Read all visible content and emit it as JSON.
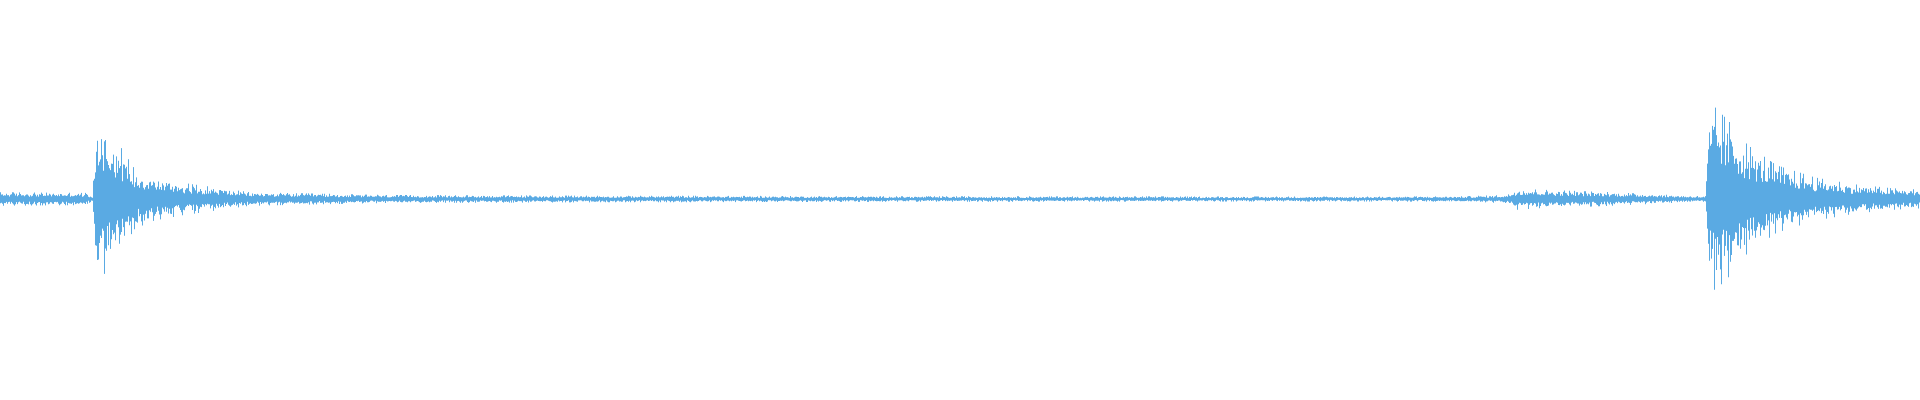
{
  "waveform": {
    "color": "#5aaae3",
    "background": "#ffffff",
    "envelope": [
      [
        0.0,
        0.05
      ],
      [
        0.045,
        0.045
      ],
      [
        0.048,
        0.02
      ],
      [
        0.05,
        0.55
      ],
      [
        0.052,
        0.62
      ],
      [
        0.056,
        0.5
      ],
      [
        0.062,
        0.4
      ],
      [
        0.07,
        0.22
      ],
      [
        0.08,
        0.16
      ],
      [
        0.095,
        0.12
      ],
      [
        0.11,
        0.09
      ],
      [
        0.13,
        0.05
      ],
      [
        0.2,
        0.03
      ],
      [
        0.3,
        0.025
      ],
      [
        0.5,
        0.02
      ],
      [
        0.7,
        0.018
      ],
      [
        0.76,
        0.02
      ],
      [
        0.785,
        0.03
      ],
      [
        0.79,
        0.08
      ],
      [
        0.8,
        0.07
      ],
      [
        0.84,
        0.05
      ],
      [
        0.87,
        0.03
      ],
      [
        0.888,
        0.02
      ],
      [
        0.89,
        0.6
      ],
      [
        0.893,
        0.68
      ],
      [
        0.9,
        0.58
      ],
      [
        0.91,
        0.4
      ],
      [
        0.925,
        0.25
      ],
      [
        0.945,
        0.16
      ],
      [
        0.965,
        0.11
      ],
      [
        0.985,
        0.08
      ],
      [
        1.0,
        0.07
      ]
    ]
  }
}
